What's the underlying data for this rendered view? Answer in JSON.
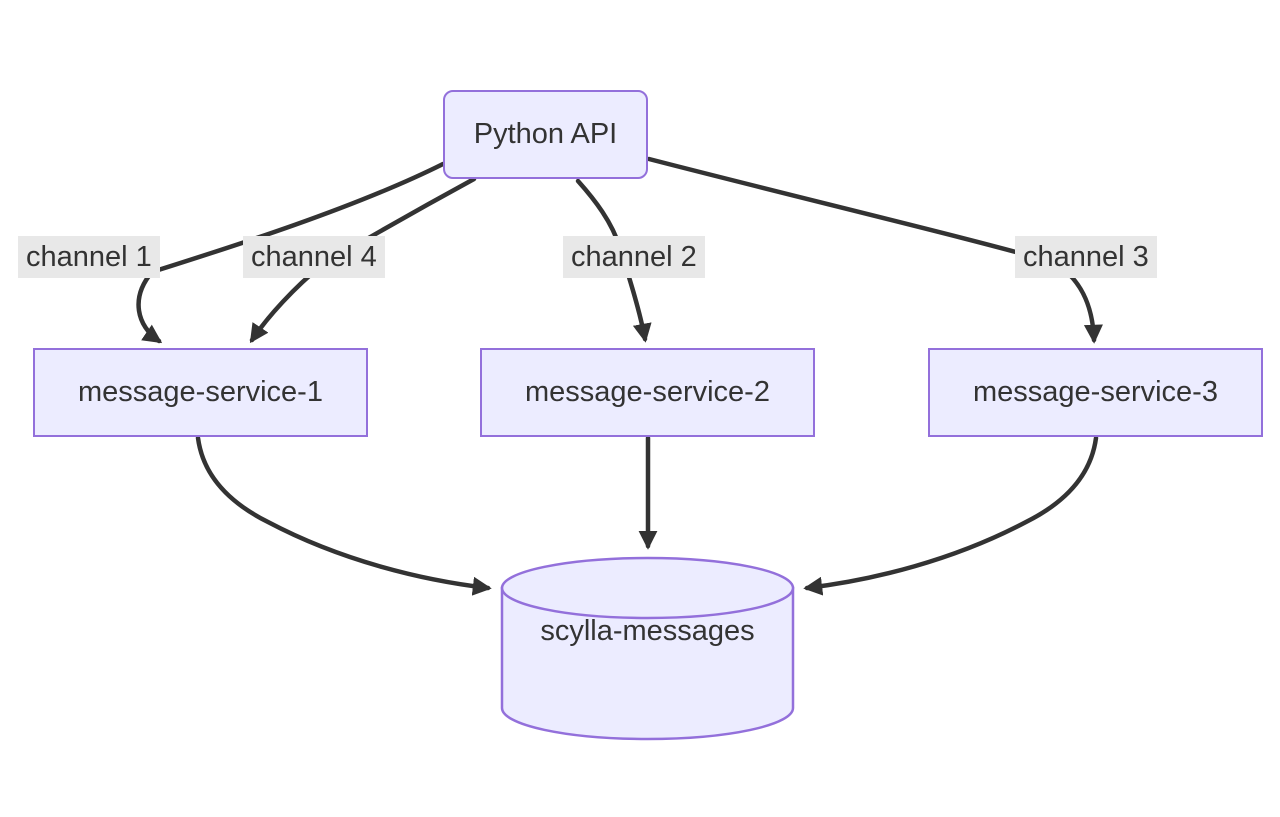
{
  "diagram": {
    "type": "flowchart",
    "direction": "top-down",
    "nodes": [
      {
        "id": "api",
        "label": "Python API",
        "shape": "rounded-rectangle"
      },
      {
        "id": "ms1",
        "label": "message-service-1",
        "shape": "rectangle"
      },
      {
        "id": "ms2",
        "label": "message-service-2",
        "shape": "rectangle"
      },
      {
        "id": "ms3",
        "label": "message-service-3",
        "shape": "rectangle"
      },
      {
        "id": "db",
        "label": "scylla-messages",
        "shape": "cylinder"
      }
    ],
    "edges": [
      {
        "from": "api",
        "to": "ms1",
        "label": "channel 1"
      },
      {
        "from": "api",
        "to": "ms1",
        "label": "channel 4"
      },
      {
        "from": "api",
        "to": "ms2",
        "label": "channel 2"
      },
      {
        "from": "api",
        "to": "ms3",
        "label": "channel 3"
      },
      {
        "from": "ms1",
        "to": "db",
        "label": ""
      },
      {
        "from": "ms2",
        "to": "db",
        "label": ""
      },
      {
        "from": "ms3",
        "to": "db",
        "label": ""
      }
    ],
    "colors": {
      "node_fill": "#ECECFF",
      "node_border": "#9370DB",
      "edge_stroke": "#333333",
      "text": "#333333",
      "edge_label_bg": "#e8e8e8",
      "background": "#ffffff"
    }
  }
}
